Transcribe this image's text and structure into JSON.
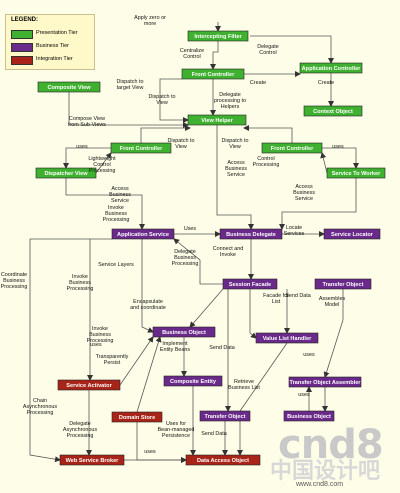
{
  "legend": {
    "title": "LEGEND:",
    "items": [
      {
        "label": "Presentation Tier",
        "color": "#40b030"
      },
      {
        "label": "Business Tier",
        "color": "#6a2a8a"
      },
      {
        "label": "Integration Tier",
        "color": "#a82418"
      }
    ]
  },
  "colors": {
    "presentation": "#40b030",
    "business": "#6a2a8a",
    "integration": "#a82418",
    "background": "#fefee8"
  },
  "nodes": [
    {
      "id": "intercepting_filter",
      "label": "Intercepting Filter",
      "tier": "presentation"
    },
    {
      "id": "front_controller_top",
      "label": "Front Controller",
      "tier": "presentation"
    },
    {
      "id": "application_controller",
      "label": "Application Controller",
      "tier": "presentation"
    },
    {
      "id": "composite_view",
      "label": "Composite View",
      "tier": "presentation"
    },
    {
      "id": "context_object",
      "label": "Context Object",
      "tier": "presentation"
    },
    {
      "id": "view_helper",
      "label": "View Helper",
      "tier": "presentation"
    },
    {
      "id": "front_controller_left",
      "label": "Front Controller",
      "tier": "presentation"
    },
    {
      "id": "front_controller_right",
      "label": "Front Controller",
      "tier": "presentation"
    },
    {
      "id": "dispatcher_view",
      "label": "Dispatcher View",
      "tier": "presentation"
    },
    {
      "id": "service_to_worker",
      "label": "Service To Worker",
      "tier": "presentation"
    },
    {
      "id": "application_service",
      "label": "Application Service",
      "tier": "business"
    },
    {
      "id": "business_delegate",
      "label": "Business Delegate",
      "tier": "business"
    },
    {
      "id": "service_locator",
      "label": "Service Locator",
      "tier": "business"
    },
    {
      "id": "session_facade",
      "label": "Session Facade",
      "tier": "business"
    },
    {
      "id": "transfer_object_top",
      "label": "Transfer Object",
      "tier": "business"
    },
    {
      "id": "business_object_mid",
      "label": "Business Object",
      "tier": "business"
    },
    {
      "id": "value_list_handler",
      "label": "Value List Handler",
      "tier": "business"
    },
    {
      "id": "service_activator",
      "label": "Service Activator",
      "tier": "integration"
    },
    {
      "id": "composite_entity",
      "label": "Composite Entity",
      "tier": "business"
    },
    {
      "id": "transfer_object_assembler",
      "label": "Transfer Object Assembler",
      "tier": "business"
    },
    {
      "id": "domain_store",
      "label": "Domain Store",
      "tier": "integration"
    },
    {
      "id": "transfer_object_bottom",
      "label": "Transfer Object",
      "tier": "business"
    },
    {
      "id": "business_object_bottom",
      "label": "Business Object",
      "tier": "business"
    },
    {
      "id": "web_service_broker",
      "label": "Web Service Broker",
      "tier": "integration"
    },
    {
      "id": "data_access_object",
      "label": "Data Access Object",
      "tier": "integration"
    }
  ],
  "edge_labels": [
    {
      "id": "apply_zero",
      "text": "Apply zero or more"
    },
    {
      "id": "centralize_control",
      "text": "Centralize Control"
    },
    {
      "id": "delegate_control",
      "text": "Delegate Control"
    },
    {
      "id": "create_1",
      "text": "Create"
    },
    {
      "id": "create_2",
      "text": "Create"
    },
    {
      "id": "dispatch_target",
      "text": "Dispatch to target View"
    },
    {
      "id": "dispatch_view_1",
      "text": "Dispatch to View"
    },
    {
      "id": "delegate_helpers",
      "text": "Delegate processing to Helpers"
    },
    {
      "id": "compose_view",
      "text": "Compose View from Sub-Views"
    },
    {
      "id": "dispatch_view_2",
      "text": "Dispatch to View"
    },
    {
      "id": "dispatch_view_3",
      "text": "Dispatch to View"
    },
    {
      "id": "uses_1",
      "text": "uses"
    },
    {
      "id": "uses_2",
      "text": "uses"
    },
    {
      "id": "lightweight",
      "text": "Lightweight Control Processing"
    },
    {
      "id": "control_processing",
      "text": "Control Processing"
    },
    {
      "id": "access_bs_1",
      "text": "Access Business Service"
    },
    {
      "id": "access_bs_2",
      "text": "Access Business Service"
    },
    {
      "id": "access_bs_3",
      "text": "Access Business Service"
    },
    {
      "id": "invoke_bp_1",
      "text": "Invoke Business Processing"
    },
    {
      "id": "uses_3",
      "text": "Uses"
    },
    {
      "id": "locate_services",
      "text": "Locate Services"
    },
    {
      "id": "service_layers",
      "text": "Service Layers"
    },
    {
      "id": "delegate_bp",
      "text": "Delegate Business Processing"
    },
    {
      "id": "connect_invoke",
      "text": "Connect and Invoke"
    },
    {
      "id": "coordinate_bp",
      "text": "Coordinate Business Processing"
    },
    {
      "id": "invoke_bp_2",
      "text": "Invoke Business Processing"
    },
    {
      "id": "facade_for_list",
      "text": "Facade for List"
    },
    {
      "id": "send_data_1",
      "text": "Send Data"
    },
    {
      "id": "assembles_model",
      "text": "Assembles Model"
    },
    {
      "id": "encapsulate_coordinate",
      "text": "Encapsulate and coordinate"
    },
    {
      "id": "invoke_bp_3",
      "text": "Invoke Business Processing"
    },
    {
      "id": "implement_entity",
      "text": "Implement Entity Beans"
    },
    {
      "id": "send_data_2",
      "text": "Send Data"
    },
    {
      "id": "uses_4",
      "text": "uses"
    },
    {
      "id": "transparently_persist",
      "text": "Transparently Persist"
    },
    {
      "id": "chain_async",
      "text": "Chain Asynchronous Processing"
    },
    {
      "id": "retrieve_list",
      "text": "Retrieve Business List"
    },
    {
      "id": "uses_5",
      "text": "uses"
    },
    {
      "id": "delegate_async",
      "text": "Delegate Asynchronous Processing"
    },
    {
      "id": "uses_bean",
      "text": "Uses for Bean-managed Persistence"
    },
    {
      "id": "send_data_3",
      "text": "Send Data"
    },
    {
      "id": "uses_6",
      "text": "uses"
    },
    {
      "id": "uses_7",
      "text": "uses"
    }
  ],
  "watermark": {
    "main": "cnd8",
    "sub": "中国设计吧",
    "url": "www.cnd8.com"
  }
}
